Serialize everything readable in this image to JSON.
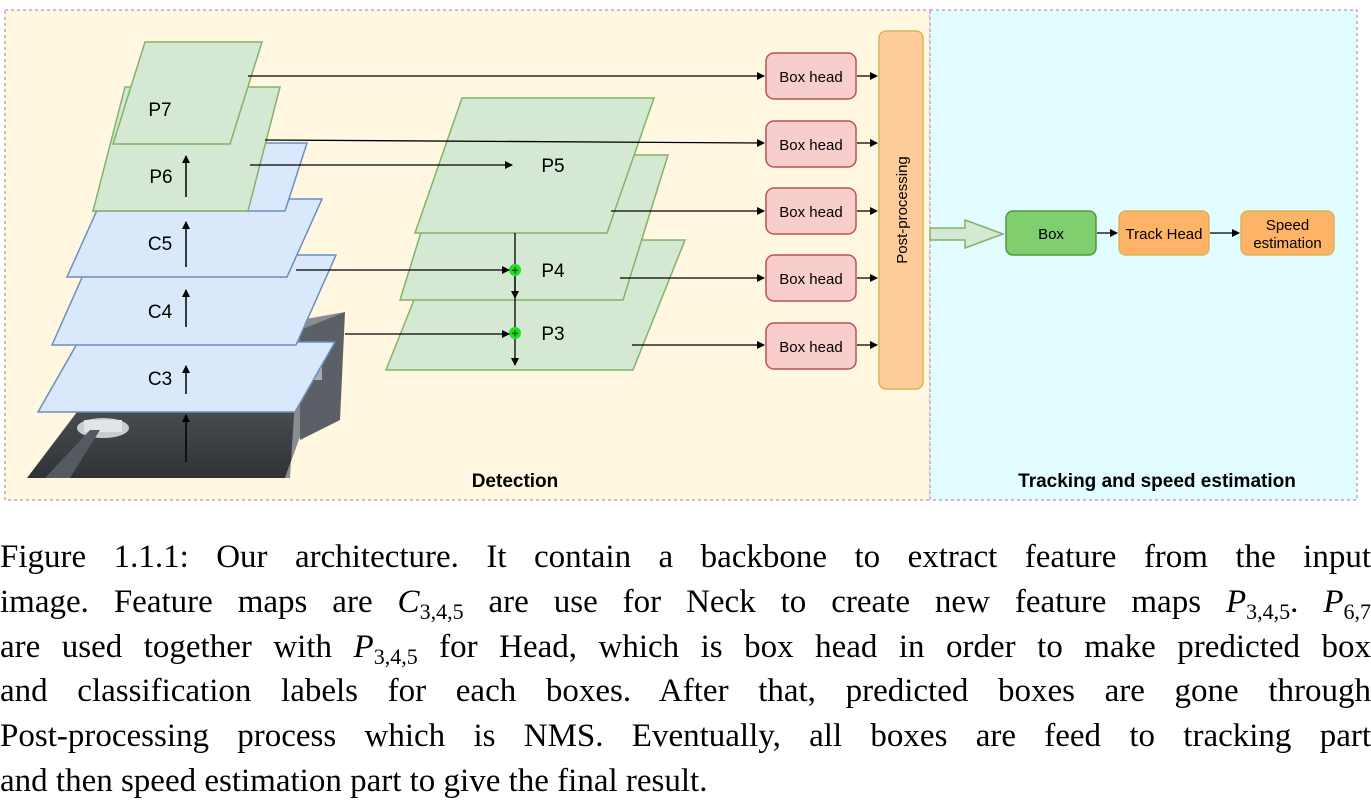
{
  "detection_section": {
    "label": "Detection",
    "bg": "#fff7e0"
  },
  "tracking_section": {
    "label": "Tracking and speed estimation",
    "bg": "#e2fdff"
  },
  "backbone": {
    "layers": [
      {
        "label": "C3"
      },
      {
        "label": "C4"
      },
      {
        "label": "C5"
      },
      {
        "label": "P6"
      },
      {
        "label": "P7"
      }
    ],
    "input_image": "road-scene-photo"
  },
  "neck": {
    "layers": [
      {
        "label": "P3"
      },
      {
        "label": "P4"
      },
      {
        "label": "P5"
      }
    ]
  },
  "heads": [
    {
      "label": "Box head"
    },
    {
      "label": "Box head"
    },
    {
      "label": "Box head"
    },
    {
      "label": "Box head"
    },
    {
      "label": "Box head"
    }
  ],
  "post_processing": {
    "label": "Post-processing"
  },
  "pipeline": [
    {
      "label": "Box"
    },
    {
      "label": "Track Head"
    },
    {
      "label_line1": "Speed",
      "label_line2": "estimation"
    }
  ],
  "colors": {
    "green_fill": "#d5e8d4",
    "green_stroke": "#82b366",
    "blue_fill": "#dae8fc",
    "blue_stroke": "#6c8ebf",
    "head_fill": "#f8cecc",
    "head_stroke": "#b85450",
    "orange_fill": "#ffcc99",
    "orange_stroke": "#d6b656",
    "box_fill": "#7fcf6f",
    "pipe_fill": "#ffb366",
    "border": "#b5739d"
  },
  "caption": {
    "prefix": "Figure 1.1.1: Our architecture. It contain a backbone to extract feature from the input",
    "l2_a": "image. Feature maps are ",
    "l2_c": "C",
    "l2_c_sub": "3,4,5",
    "l2_b": " are use for Neck to create new feature maps ",
    "l2_p": "P",
    "l2_p_sub": "3,4,5",
    "l2_d": ". ",
    "l2_p2": "P",
    "l2_p2_sub": "6,7",
    "l3_a": "are used together with ",
    "l3_p": "P",
    "l3_p_sub": "3,4,5",
    "l3_b": " for Head, which is box head in order to make predicted box",
    "l4": "and classification labels for each boxes. After that, predicted boxes are gone through",
    "l5": "Post-processing process which is NMS. Eventually, all boxes are feed to tracking part",
    "l6": "and then speed estimation part to give the final result."
  }
}
